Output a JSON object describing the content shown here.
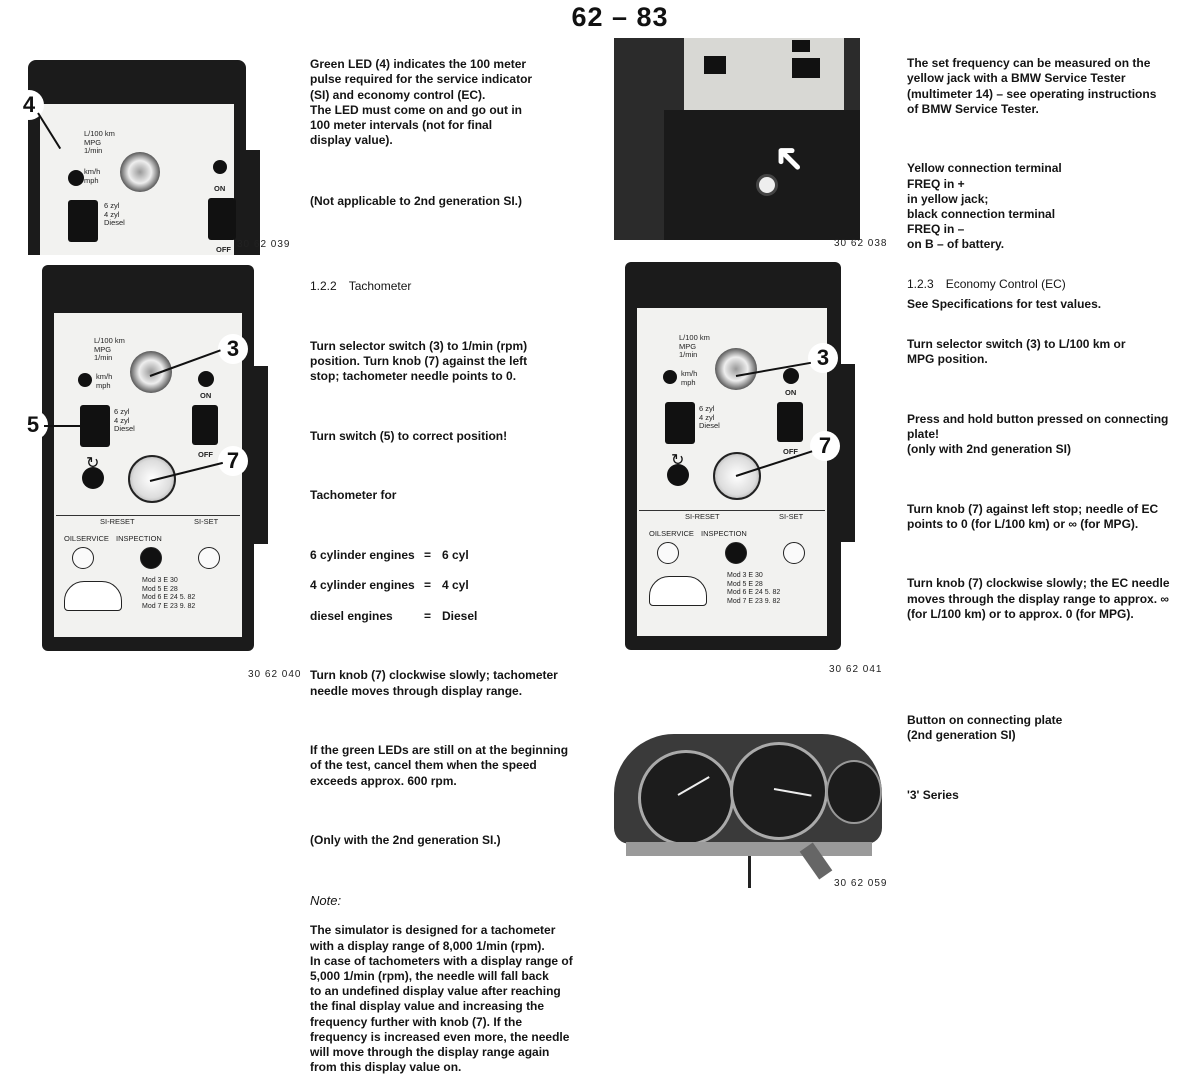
{
  "page_number": "62 – 83",
  "left_column": {
    "led_text": "Green LED (4) indicates the 100 meter\npulse required for the service indicator\n(SI) and economy control (EC).\nThe LED must come on and go out in\n100 meter intervals (not for final\ndisplay value).",
    "led_note": "(Not applicable to 2nd generation SI.)",
    "fig1_code": "30 62 039",
    "tacho_heading_num": "1.2.2",
    "tacho_heading": "Tachometer",
    "tacho_p1": "Turn selector switch (3) to 1/min (rpm)\nposition. Turn knob (7) against the left\nstop; tachometer needle points to 0.",
    "tacho_p2": "Turn switch (5) to correct position!",
    "tacho_for": "Tachometer for",
    "engines": [
      {
        "name": "6 cylinder engines",
        "eq": "=",
        "value": "6 cyl"
      },
      {
        "name": "4 cylinder engines",
        "eq": "=",
        "value": "4 cyl"
      },
      {
        "name": "diesel engines",
        "eq": "=",
        "value": "Diesel"
      }
    ],
    "tacho_p3": "Turn knob (7) clockwise slowly; tachometer\nneedle moves through display range.",
    "tacho_p4": "If the green LEDs are still on at the beginning\nof the test, cancel them when the speed\nexceeds approx. 600 rpm.",
    "tacho_p5": "(Only with the 2nd generation SI.)",
    "note_title": "Note:",
    "note_text": "The simulator is designed for a tachometer\nwith a display range of 8,000 1/min (rpm).\nIn case of tachometers with a display range of\n5,000 1/min (rpm), the needle will fall back\nto an undefined display value after reaching\nthe final display value and increasing the\nfrequency further with knob (7). If the\nfrequency is increased even more, the needle\nwill move through the display range again\nfrom this display value on.",
    "fig2_code": "30 62 040"
  },
  "right_column": {
    "freq_p1": "The set frequency can be measured on the\nyellow jack with a BMW Service Tester\n(multimeter 14) – see operating instructions\nof BMW Service Tester.",
    "freq_p2": "Yellow connection terminal\nFREQ in +\nin yellow jack;\nblack connection terminal\nFREQ in –\non B – of battery.",
    "freq_p3": "See Specifications for test values.",
    "fig3_code": "30 62 038",
    "ec_heading_num": "1.2.3",
    "ec_heading": "Economy Control (EC)",
    "ec_p1": "Turn selector switch (3) to L/100 km or\nMPG position.",
    "ec_p2": "Press and hold button pressed on connecting\nplate!\n(only with 2nd generation SI)",
    "ec_p3": "Turn knob (7) against left stop; needle of EC\npoints to 0 (for L/100 km) or ∞ (for MPG).",
    "ec_p4": "Turn knob (7) clockwise slowly; the EC needle\nmoves through the display range to approx. ∞\n(for L/100 km) or to approx. 0 (for MPG).",
    "fig4_code": "30 62 041",
    "button_caption": "Button on connecting plate\n(2nd generation SI)",
    "series": "'3' Series",
    "fig5_code": "30 62 059"
  },
  "device_labels": {
    "units": "L/100 km\nMPG\n1/min",
    "speed": "km/h\nmph",
    "on": "ON",
    "off": "OFF",
    "cyl": "6 zyl\n4 zyl\nDiesel",
    "si_reset": "SI-RESET",
    "si_set": "SI-SET",
    "oilservice": "OILSERVICE",
    "inspection": "INSPECTION",
    "models": "Mod 3   E 30\nMod 5   E 28\nMod 6   E 24   5. 82\nMod 7   E 23   9. 82"
  },
  "callouts": {
    "c3": "3",
    "c4": "4",
    "c5": "5",
    "c7": "7"
  }
}
